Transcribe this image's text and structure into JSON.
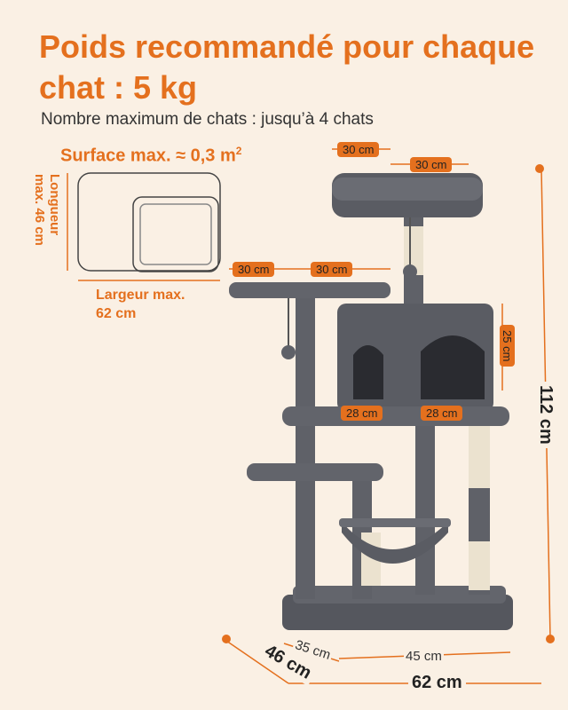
{
  "headline": "Poids recommandé pour chaque chat : 5 kg",
  "subtitle": "Nombre maximum de chats : jusqu’à 4 chats",
  "surface": {
    "label": "Surface max. ≈ 0,3 m",
    "exponent": "2"
  },
  "bed": {
    "length_label": "Longueur\nmax. 46 cm",
    "width_label": "Largeur max.\n62 cm"
  },
  "dimensions": {
    "top_perch_depth": "30 cm",
    "top_perch_width": "30 cm",
    "platform_depth": "30 cm",
    "platform_width": "30 cm",
    "condo_height": "25 cm",
    "condo_depth": "28 cm",
    "condo_width": "28 cm",
    "total_height": "112 cm",
    "base_depth": "35 cm",
    "base_width": "45 cm",
    "overall_depth": "46 cm",
    "overall_width": "62 cm"
  },
  "colors": {
    "accent": "#e4701e",
    "background": "#faf0e4",
    "plush": "#5f6168",
    "sisal": "#ebe2cf"
  }
}
